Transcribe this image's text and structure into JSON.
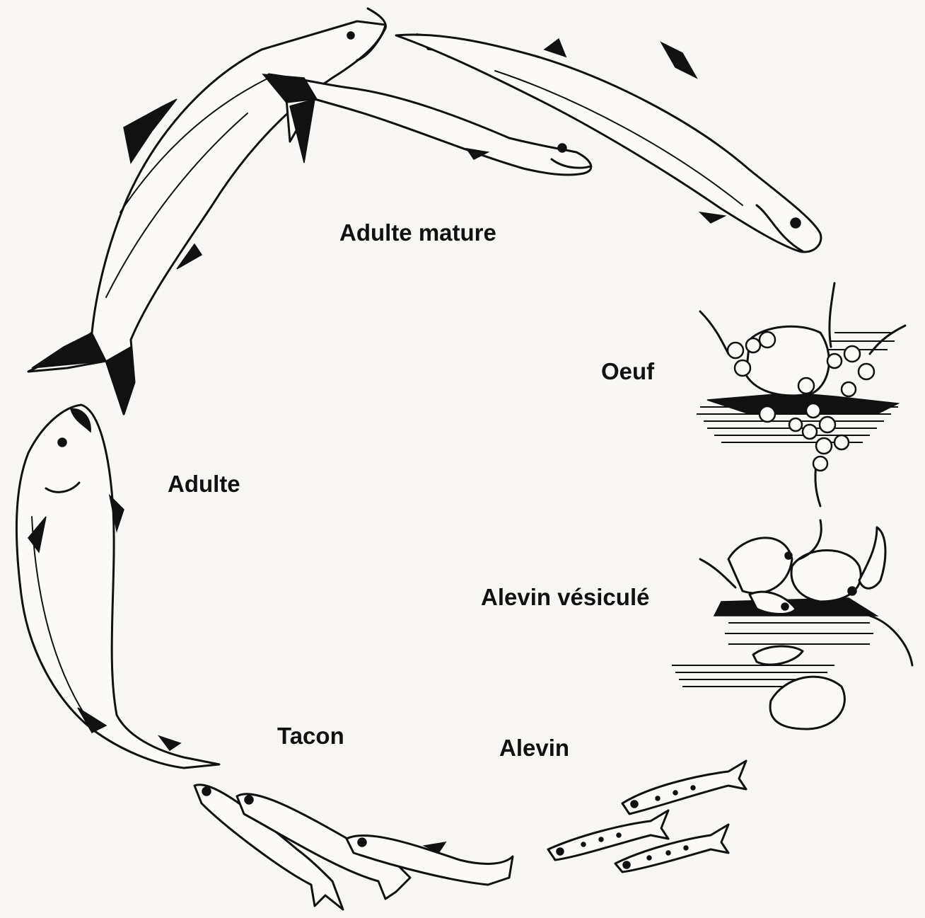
{
  "diagram": {
    "stages": {
      "adulte_mature": "Adulte mature",
      "oeuf": "Oeuf",
      "alevin_vesicule": "Alevin vésiculé",
      "alevin": "Alevin",
      "tacon": "Tacon",
      "adulte": "Adulte"
    },
    "colors": {
      "ink": "#111111",
      "paper": "#f7f6f2"
    }
  }
}
